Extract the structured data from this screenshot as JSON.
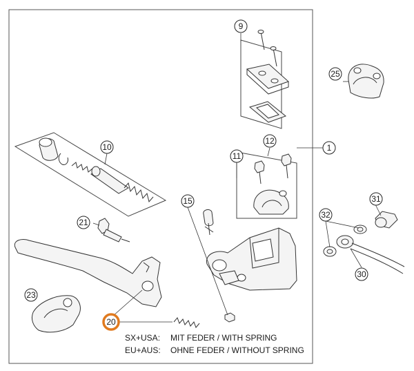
{
  "diagram": {
    "callouts": {
      "c1": "1",
      "c9": "9",
      "c10": "10",
      "c11": "11",
      "c12": "12",
      "c15": "15",
      "c20": "20",
      "c21": "21",
      "c23": "23",
      "c25": "25",
      "c30": "30",
      "c31": "31",
      "c32": "32"
    },
    "highlighted_callout": "20",
    "colors": {
      "line": "#333333",
      "part_fill": "#f4f4f4",
      "highlight": "#e07a1f"
    }
  },
  "notes": [
    {
      "key": "SX+USA:",
      "text": "MIT FEDER / WITH SPRING"
    },
    {
      "key": "EU+AUS:",
      "text": "OHNE FEDER / WITHOUT SPRING"
    }
  ]
}
